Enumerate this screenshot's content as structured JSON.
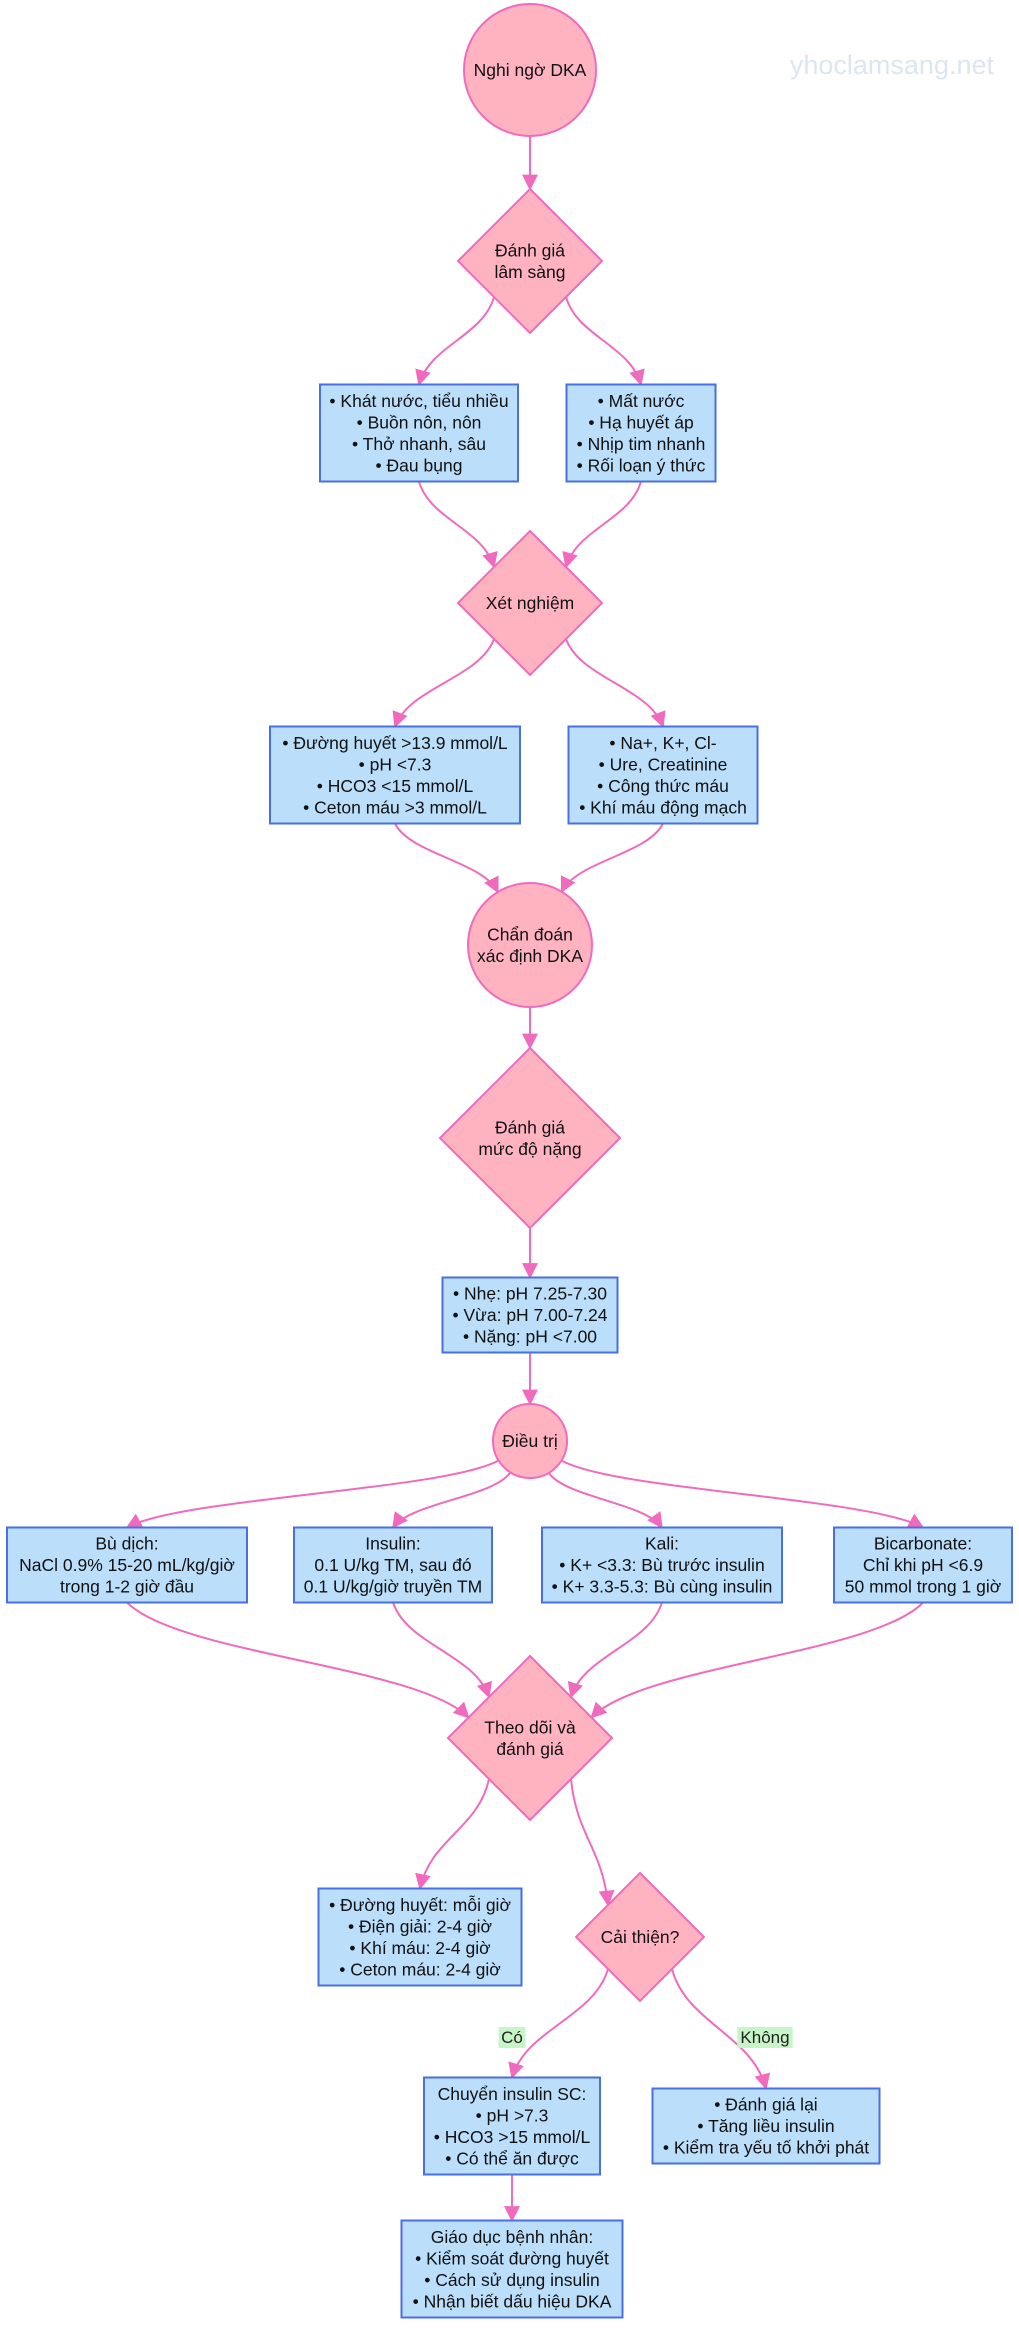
{
  "watermark": "yhoclamsang.net",
  "colors": {
    "circle_fill": "#ffb3c1",
    "node_stroke": "#f06bbd",
    "box_fill": "#bbdefb",
    "box_stroke": "#4a6fe3",
    "edge": "#f06bbd",
    "label_bg": "#c8f5c8"
  },
  "nodes": {
    "start": {
      "shape": "circle",
      "lines": [
        "Nghi ngờ DKA"
      ]
    },
    "clinical_assess": {
      "shape": "diamond",
      "lines": [
        "Đánh giá",
        "lâm sàng"
      ]
    },
    "symptoms": {
      "shape": "box",
      "lines": [
        "• Khát nước, tiểu nhiều",
        "• Buồn nôn, nôn",
        "• Thở nhanh, sâu",
        "• Đau bụng"
      ]
    },
    "signs": {
      "shape": "box",
      "lines": [
        "• Mất nước",
        "• Hạ huyết áp",
        "• Nhịp tim nhanh",
        "• Rối loạn ý thức"
      ]
    },
    "labs": {
      "shape": "diamond",
      "lines": [
        "Xét nghiệm"
      ]
    },
    "diag_criteria": {
      "shape": "box",
      "lines": [
        "• Đường huyết >13.9 mmol/L",
        "• pH <7.3",
        "• HCO3 <15 mmol/L",
        "• Ceton máu >3 mmol/L"
      ]
    },
    "other_labs": {
      "shape": "box",
      "lines": [
        "• Na+, K+, Cl-",
        "• Ure, Creatinine",
        "• Công thức máu",
        "• Khí máu động mạch"
      ]
    },
    "confirm": {
      "shape": "circle",
      "lines": [
        "Chẩn đoán",
        "xác định DKA"
      ]
    },
    "severity": {
      "shape": "diamond",
      "lines": [
        "Đánh giá",
        "mức độ nặng"
      ]
    },
    "severity_levels": {
      "shape": "box",
      "lines": [
        "• Nhẹ: pH 7.25-7.30",
        "• Vừa: pH 7.00-7.24",
        "• Nặng: pH <7.00"
      ]
    },
    "treatment": {
      "shape": "circle",
      "lines": [
        "Điều trị"
      ]
    },
    "fluids": {
      "shape": "box",
      "lines": [
        "Bù dịch:",
        "NaCl 0.9% 15-20 mL/kg/giờ",
        "trong 1-2 giờ đầu"
      ]
    },
    "insulin": {
      "shape": "box",
      "lines": [
        "Insulin:",
        "0.1 U/kg TM, sau đó",
        "0.1 U/kg/giờ truyền TM"
      ]
    },
    "potassium": {
      "shape": "box",
      "lines": [
        "Kali:",
        "• K+ <3.3: Bù trước insulin",
        "• K+ 3.3-5.3: Bù cùng insulin"
      ]
    },
    "bicarbonate": {
      "shape": "box",
      "lines": [
        "Bicarbonate:",
        "Chỉ khi pH <6.9",
        "50 mmol trong 1 giờ"
      ]
    },
    "monitor": {
      "shape": "diamond",
      "lines": [
        "Theo dõi và",
        "đánh giá"
      ]
    },
    "monitor_schedule": {
      "shape": "box",
      "lines": [
        "• Đường huyết: mỗi giờ",
        "• Điện giải: 2-4 giờ",
        "• Khí máu: 2-4 giờ",
        "• Ceton máu: 2-4 giờ"
      ]
    },
    "improved": {
      "shape": "diamond",
      "lines": [
        "Cải thiện?"
      ]
    },
    "switch_sc": {
      "shape": "box",
      "lines": [
        "Chuyển insulin SC:",
        "• pH >7.3",
        "• HCO3 >15 mmol/L",
        "• Có thể ăn được"
      ]
    },
    "reassess": {
      "shape": "box",
      "lines": [
        "• Đánh giá lại",
        "• Tăng liều insulin",
        "• Kiểm tra yếu tố khởi phát"
      ]
    },
    "education": {
      "shape": "box",
      "lines": [
        "Giáo dục bệnh nhân:",
        "• Kiểm soát đường huyết",
        "• Cách sử dụng insulin",
        "• Nhận biết dấu hiệu DKA"
      ]
    }
  },
  "edges": [
    {
      "from": "start",
      "to": "clinical_assess",
      "label": ""
    },
    {
      "from": "clinical_assess",
      "to": "symptoms",
      "label": ""
    },
    {
      "from": "clinical_assess",
      "to": "signs",
      "label": ""
    },
    {
      "from": "symptoms",
      "to": "labs",
      "label": ""
    },
    {
      "from": "signs",
      "to": "labs",
      "label": ""
    },
    {
      "from": "labs",
      "to": "diag_criteria",
      "label": ""
    },
    {
      "from": "labs",
      "to": "other_labs",
      "label": ""
    },
    {
      "from": "diag_criteria",
      "to": "confirm",
      "label": ""
    },
    {
      "from": "other_labs",
      "to": "confirm",
      "label": ""
    },
    {
      "from": "confirm",
      "to": "severity",
      "label": ""
    },
    {
      "from": "severity",
      "to": "severity_levels",
      "label": ""
    },
    {
      "from": "severity_levels",
      "to": "treatment",
      "label": ""
    },
    {
      "from": "treatment",
      "to": "fluids",
      "label": ""
    },
    {
      "from": "treatment",
      "to": "insulin",
      "label": ""
    },
    {
      "from": "treatment",
      "to": "potassium",
      "label": ""
    },
    {
      "from": "treatment",
      "to": "bicarbonate",
      "label": ""
    },
    {
      "from": "fluids",
      "to": "monitor",
      "label": ""
    },
    {
      "from": "insulin",
      "to": "monitor",
      "label": ""
    },
    {
      "from": "potassium",
      "to": "monitor",
      "label": ""
    },
    {
      "from": "bicarbonate",
      "to": "monitor",
      "label": ""
    },
    {
      "from": "monitor",
      "to": "monitor_schedule",
      "label": ""
    },
    {
      "from": "monitor",
      "to": "improved",
      "label": ""
    },
    {
      "from": "improved",
      "to": "switch_sc",
      "label": "Có"
    },
    {
      "from": "improved",
      "to": "reassess",
      "label": "Không"
    },
    {
      "from": "switch_sc",
      "to": "education",
      "label": ""
    }
  ]
}
